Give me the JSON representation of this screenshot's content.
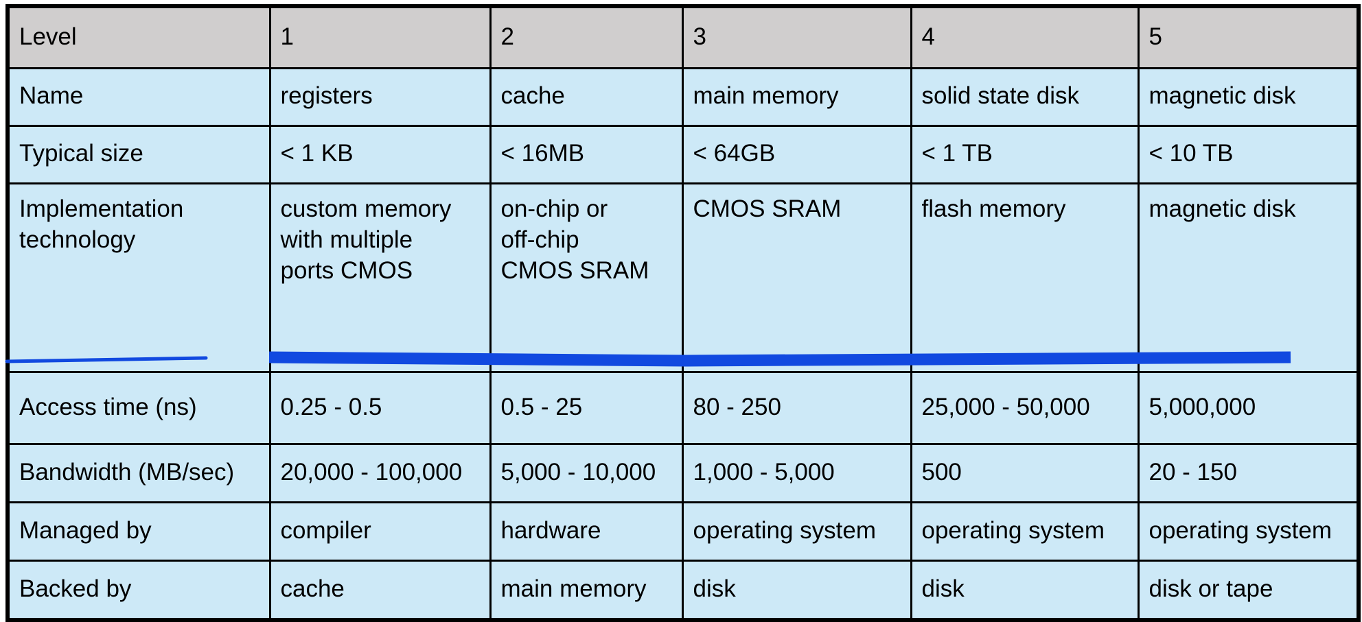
{
  "table": {
    "columns": [
      "Level",
      "1",
      "2",
      "3",
      "4",
      "5"
    ],
    "rows": [
      {
        "label": "Name",
        "cells": [
          "registers",
          "cache",
          "main memory",
          "solid state disk",
          "magnetic disk"
        ]
      },
      {
        "label": "Typical size",
        "cells": [
          "< 1 KB",
          "< 16MB",
          "< 64GB",
          "< 1 TB",
          "< 10 TB"
        ]
      },
      {
        "label": "Implementation\ntechnology",
        "cells": [
          "custom memory\nwith multiple\nports CMOS",
          "on-chip or\noff-chip\nCMOS SRAM",
          "CMOS SRAM",
          "flash memory",
          "magnetic disk"
        ]
      },
      {
        "label": "Access time (ns)",
        "cells": [
          "0.25 - 0.5",
          "0.5 - 25",
          "80 - 250",
          "25,000 - 50,000",
          "5,000,000"
        ]
      },
      {
        "label": "Bandwidth (MB/sec)",
        "cells": [
          "20,000 - 100,000",
          "5,000 - 10,000",
          "1,000 - 5,000",
          "500",
          "20 - 150"
        ]
      },
      {
        "label": "Managed by",
        "cells": [
          "compiler",
          "hardware",
          "operating system",
          "operating system",
          "operating system"
        ]
      },
      {
        "label": "Backed by",
        "cells": [
          "cache",
          "main memory",
          "disk",
          "disk",
          "disk or tape"
        ]
      }
    ]
  },
  "annotation": {
    "color": "#1149E0",
    "thin_underline_color": "#1149E0",
    "highlighted_row_label": "Access time (ns)"
  },
  "colors": {
    "header_background": "#D0CECE",
    "cell_background": "#CDE9F7",
    "border": "#000000",
    "text": "#000000",
    "annotation_blue": "#1149E0"
  }
}
